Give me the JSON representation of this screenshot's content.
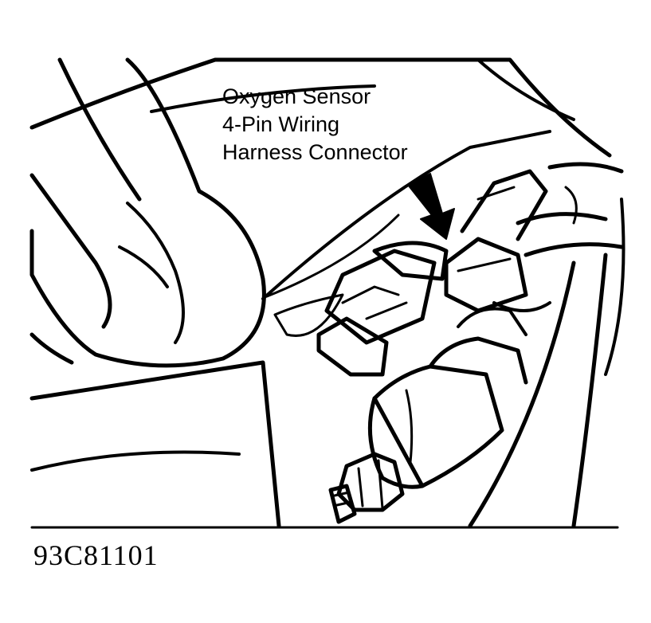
{
  "callout": {
    "lines": [
      "Oxygen Sensor",
      "4-Pin Wiring",
      "Harness Connector"
    ]
  },
  "figure_code": "93C81101",
  "colors": {
    "ink": "#000000",
    "paper": "#ffffff"
  }
}
